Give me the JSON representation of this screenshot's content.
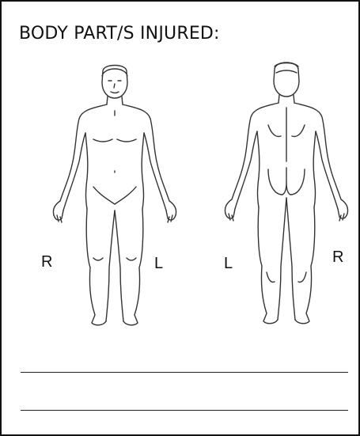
{
  "form": {
    "title": "BODY PART/S INJURED:",
    "front_figure": {
      "left_side_label": "R",
      "right_side_label": "L"
    },
    "back_figure": {
      "left_side_label": "L",
      "right_side_label": "R"
    },
    "answer_lines": 2
  }
}
